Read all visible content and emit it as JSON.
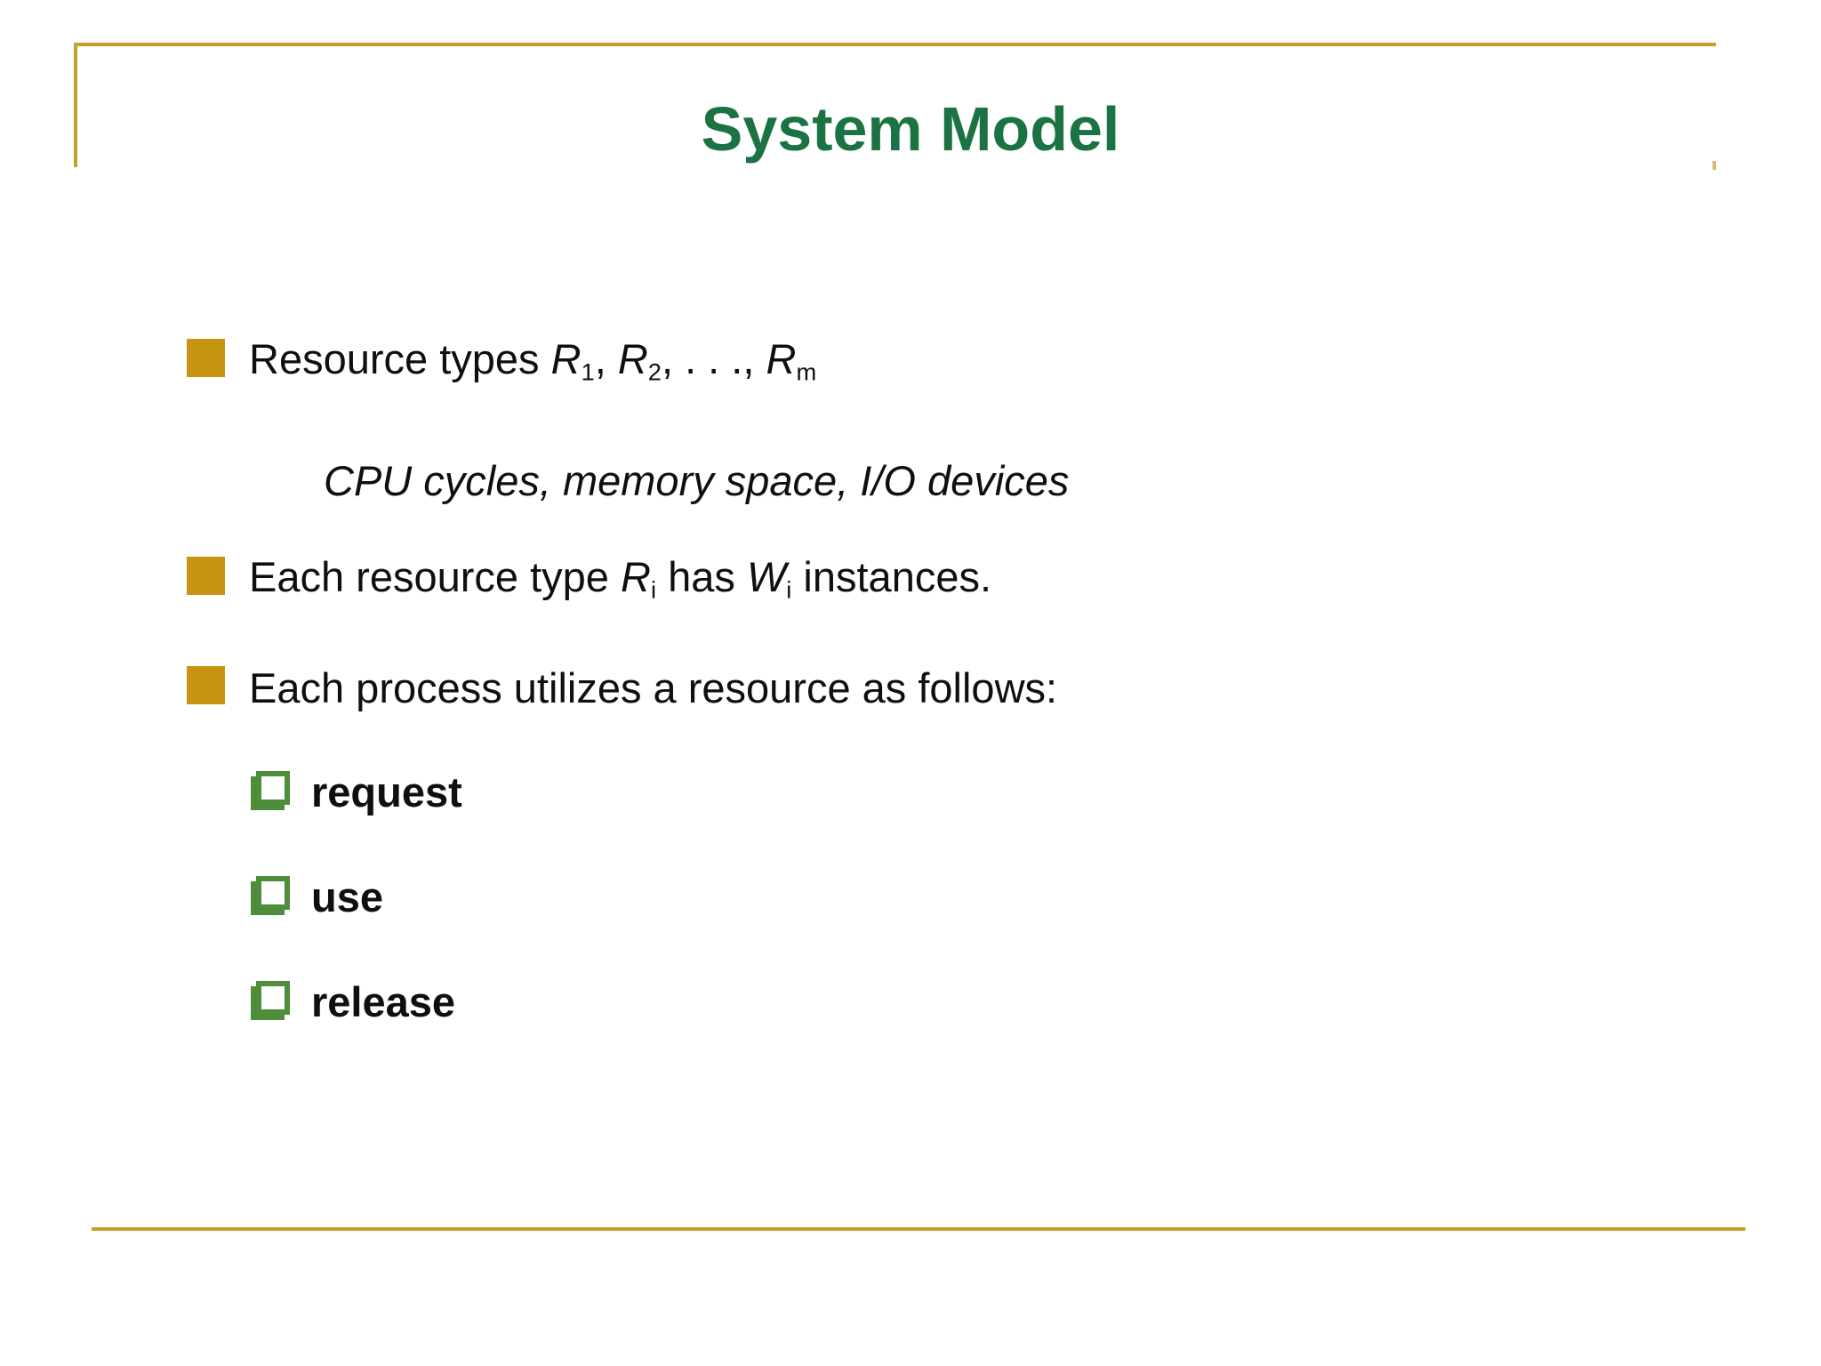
{
  "slide": {
    "title": "System Model",
    "colors": {
      "title_green": "#1B7343",
      "line_gold": "#C5A028",
      "bullet_gold": "#C79511",
      "checkbox_green": "#4E8D3B",
      "text_black": "#0F0F0F"
    },
    "icons": {
      "main_bullet": "gold-square-bullet-icon",
      "sub_bullet": "green-shadowed-checkbox-icon"
    },
    "bullets": [
      {
        "type": "main",
        "rich": [
          {
            "t": "Resource types "
          },
          {
            "t": "R",
            "i": true
          },
          {
            "t": "1",
            "sub": true
          },
          {
            "t": ", "
          },
          {
            "t": "R",
            "i": true
          },
          {
            "t": "2",
            "sub": true
          },
          {
            "t": ", . . ., "
          },
          {
            "t": "R",
            "i": true
          },
          {
            "t": "m",
            "sub": true
          }
        ]
      },
      {
        "type": "indent-italic",
        "rich": [
          {
            "t": "CPU cycles, memory space, I/O devices",
            "i": true
          }
        ]
      },
      {
        "type": "main",
        "rich": [
          {
            "t": "Each resource type "
          },
          {
            "t": "R",
            "i": true
          },
          {
            "t": "i",
            "sub": true
          },
          {
            "t": " has "
          },
          {
            "t": "W",
            "i": true
          },
          {
            "t": "i",
            "sub": true
          },
          {
            "t": " instances."
          }
        ]
      },
      {
        "type": "main",
        "rich": [
          {
            "t": "Each process utilizes a resource as follows:"
          }
        ]
      },
      {
        "type": "sub",
        "rich": [
          {
            "t": "request",
            "b": true
          }
        ]
      },
      {
        "type": "sub",
        "rich": [
          {
            "t": "use",
            "b": true
          }
        ]
      },
      {
        "type": "sub",
        "rich": [
          {
            "t": "release",
            "b": true
          }
        ]
      }
    ]
  }
}
